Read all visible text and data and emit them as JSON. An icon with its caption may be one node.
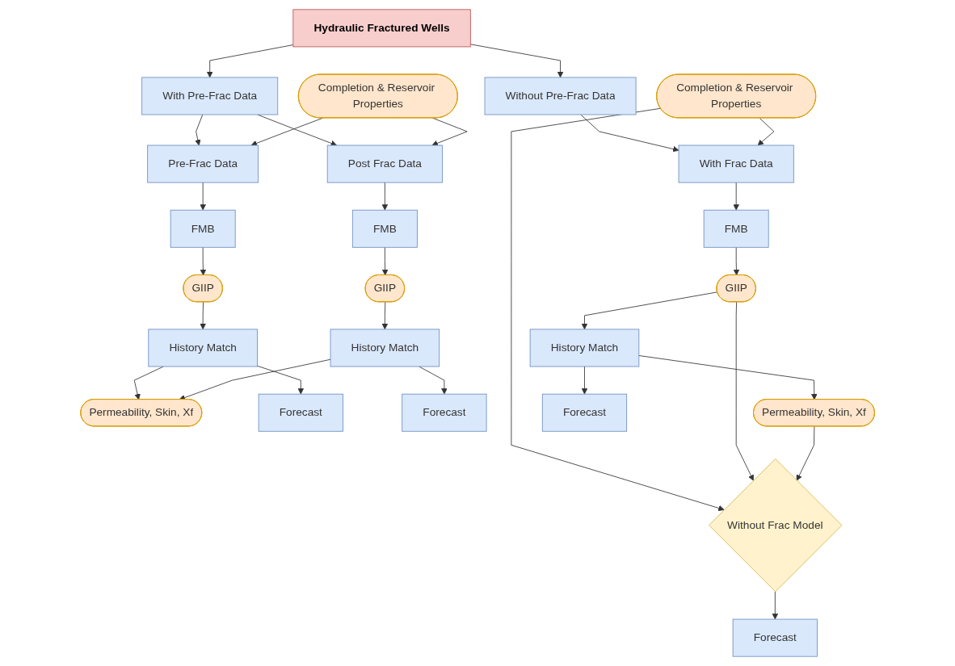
{
  "diagram": {
    "nodes": [
      {
        "text": [
          "Hydraulic Fractured Wells"
        ]
      },
      {
        "text": [
          "With Pre-Frac Data"
        ]
      },
      {
        "text": [
          "Without Pre-Frac Data"
        ]
      },
      {
        "text": [
          "Completion & Reservoir Properties"
        ]
      },
      {
        "text": [
          "Pre-Frac Data"
        ]
      },
      {
        "text": [
          "Post Frac Data"
        ]
      },
      {
        "text": [
          "FMB"
        ]
      },
      {
        "text": [
          "FMB"
        ]
      },
      {
        "text": [
          "GIIP"
        ]
      },
      {
        "text": [
          "GIIP"
        ]
      },
      {
        "text": [
          "History Match"
        ]
      },
      {
        "text": [
          "History Match"
        ]
      },
      {
        "text": [
          "Permeability, Skin, Xf"
        ]
      },
      {
        "text": [
          "Forecast"
        ]
      },
      {
        "text": [
          "Forecast"
        ]
      },
      {
        "text": [
          "Completion & Reservoir Properties"
        ]
      },
      {
        "text": [
          "With Frac Data"
        ]
      },
      {
        "text": [
          "FMB"
        ]
      },
      {
        "text": [
          "GIIP"
        ]
      },
      {
        "text": [
          "Without Frac Model"
        ]
      },
      {
        "text": [
          "History Match"
        ]
      },
      {
        "text": [
          "Permeability, Skin, Xf"
        ]
      },
      {
        "text": [
          "Forecast"
        ]
      },
      {
        "text": [
          "Forecast"
        ]
      }
    ],
    "edges": [
      {
        "from": 0,
        "to": 1,
        "arrow": "to"
      },
      {
        "from": 0,
        "to": 2,
        "arrow": "to"
      },
      {
        "from": 1,
        "to": 4,
        "arrow": "to"
      },
      {
        "from": 1,
        "to": 5,
        "arrow": "to"
      },
      {
        "from": 3,
        "to": 4,
        "arrow": "to"
      },
      {
        "from": 3,
        "to": 5,
        "arrow": "to"
      },
      {
        "from": 4,
        "to": 6,
        "arrow": "to"
      },
      {
        "from": 5,
        "to": 7,
        "arrow": "to"
      },
      {
        "from": 6,
        "to": 8,
        "arrow": "to"
      },
      {
        "from": 7,
        "to": 9,
        "arrow": "to"
      },
      {
        "from": 8,
        "to": 10,
        "arrow": "to"
      },
      {
        "from": 9,
        "to": 11,
        "arrow": "to"
      },
      {
        "from": 10,
        "to": 13,
        "arrow": "to"
      },
      {
        "from": 10,
        "to": 12,
        "arrow": "to"
      },
      {
        "from": 11,
        "to": 14,
        "arrow": "to"
      },
      {
        "from": 11,
        "to": 12,
        "arrow": "to"
      },
      {
        "from": 2,
        "to": 16,
        "arrow": "to"
      },
      {
        "from": 15,
        "to": 16,
        "arrow": "to"
      },
      {
        "from": 15,
        "to": 19,
        "arrow": "to"
      },
      {
        "from": 16,
        "to": 17,
        "arrow": "to"
      },
      {
        "from": 17,
        "to": 18,
        "arrow": "to"
      },
      {
        "from": 18,
        "to": 20,
        "arrow": "to"
      },
      {
        "from": 18,
        "to": 19,
        "arrow": "to"
      },
      {
        "from": 21,
        "to": 19,
        "arrow": "to"
      },
      {
        "from": 20,
        "to": 22,
        "arrow": "to"
      },
      {
        "from": 20,
        "to": 21,
        "arrow": "to"
      },
      {
        "from": 19,
        "to": 23,
        "arrow": "to"
      }
    ]
  }
}
